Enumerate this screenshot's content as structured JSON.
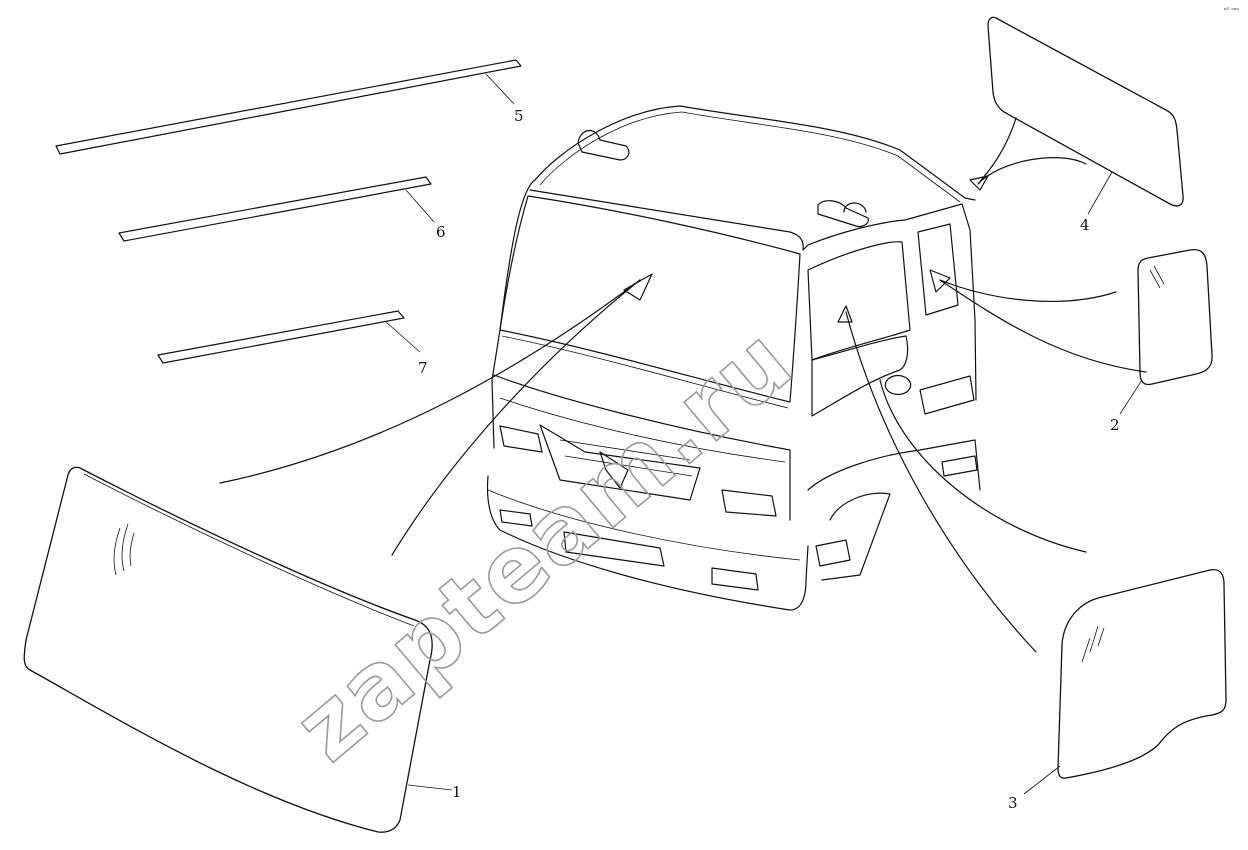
{
  "corner_mark": "ᵒᴼ ᵒᵒᵒ",
  "watermark": "zapteam.ru",
  "callouts": [
    "1",
    "2",
    "3",
    "4",
    "5",
    "6",
    "7"
  ]
}
